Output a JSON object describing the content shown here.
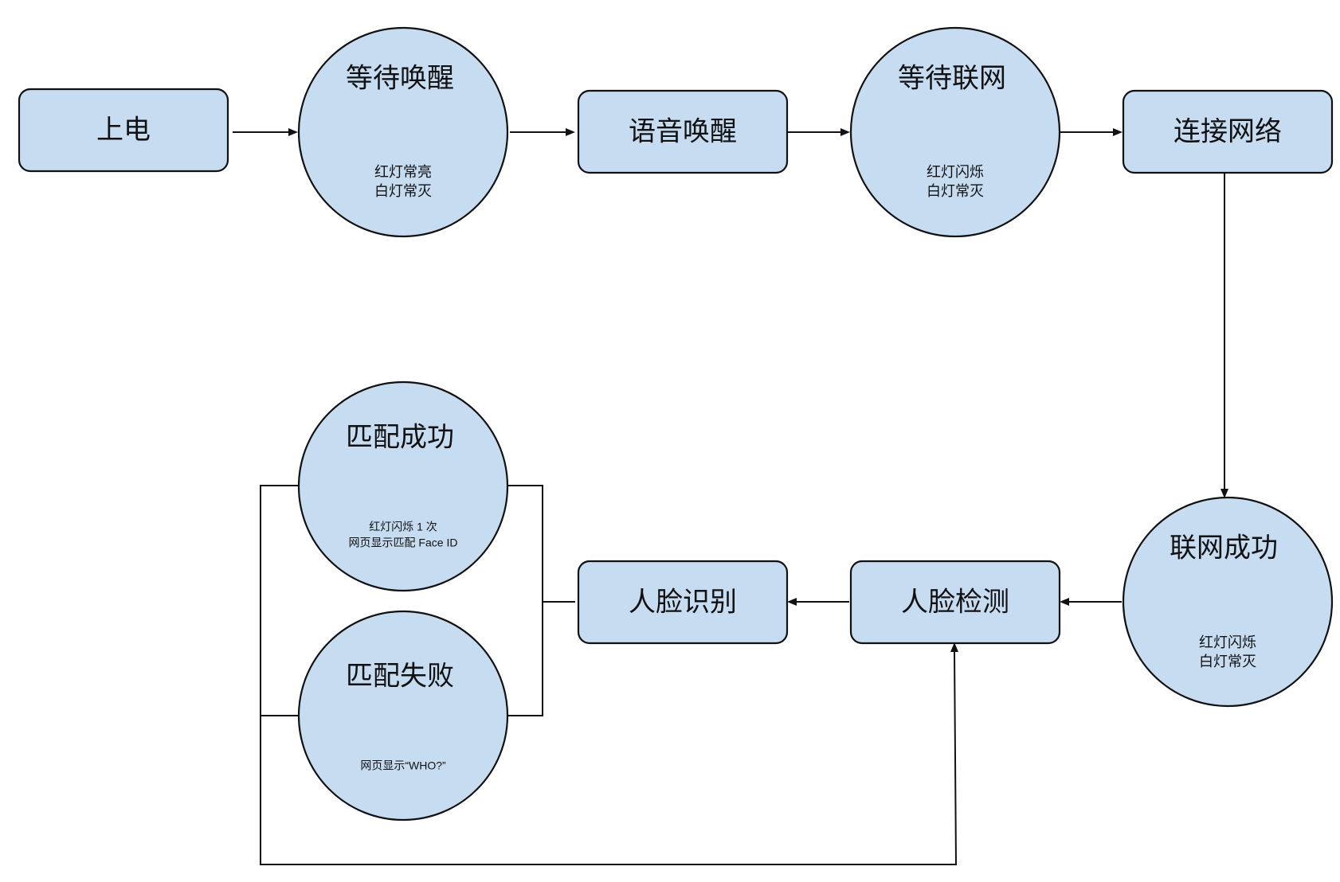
{
  "nodes": {
    "power_on": {
      "label": "上电"
    },
    "wait_wake": {
      "title": "等待唤醒",
      "note_line1": "红灯常亮",
      "note_line2": "白灯常灭"
    },
    "voice_wake": {
      "label": "语音唤醒"
    },
    "wait_network": {
      "title": "等待联网",
      "note_line1": "红灯闪烁",
      "note_line2": "白灯常灭"
    },
    "connect_network": {
      "label": "连接网络"
    },
    "network_success": {
      "title": "联网成功",
      "note_line1": "红灯闪烁",
      "note_line2": "白灯常灭"
    },
    "face_detect": {
      "label": "人脸检测"
    },
    "face_recognize": {
      "label": "人脸识别"
    },
    "match_success": {
      "title": "匹配成功",
      "note_line1": "红灯闪烁 1 次",
      "note_line2": "网页显示匹配 Face ID"
    },
    "match_fail": {
      "title": "匹配失败",
      "note_line1": "网页显示“WHO?”"
    }
  },
  "colors": {
    "node_fill": "#c6dcf0",
    "stroke": "#111111"
  }
}
